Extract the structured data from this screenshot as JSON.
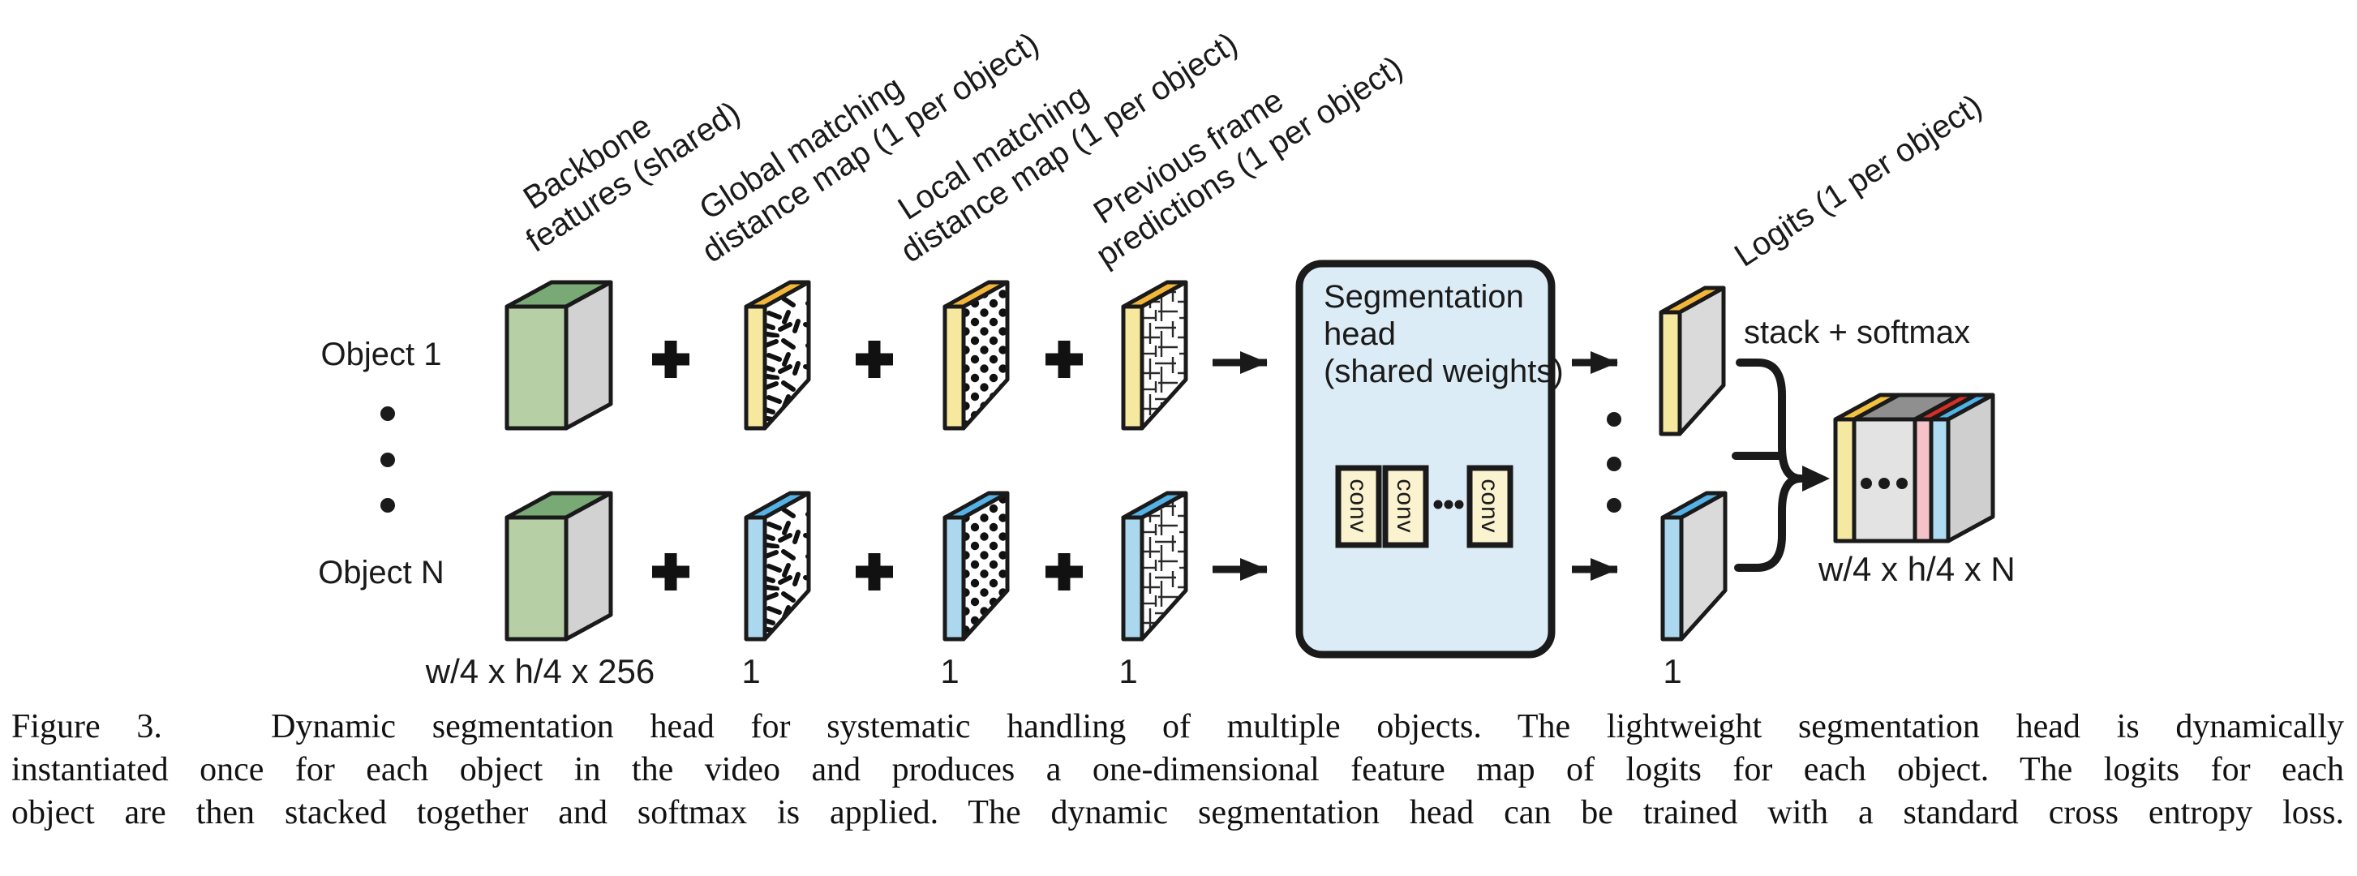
{
  "figure": {
    "object_labels": {
      "first": "Object 1",
      "last": "Object N"
    },
    "top_labels": {
      "backbone": {
        "line1": "Backbone",
        "line2": "features (shared)"
      },
      "global": {
        "line1": "Global matching",
        "line2": "distance map (1 per object)"
      },
      "local": {
        "line1": "Local matching",
        "line2": "distance map (1 per object)"
      },
      "previous": {
        "line1": "Previous frame",
        "line2": "predictions (1 per object)"
      },
      "logits": "Logits (1 per object)"
    },
    "seg_head": {
      "title_line1": "Segmentation",
      "title_line2": "head",
      "title_line3": "(shared weights)",
      "conv_label": "conv"
    },
    "annotations": {
      "stack_softmax": "stack + softmax"
    },
    "dims": {
      "backbone": "w/4  x  h/4 x 256",
      "global": "1",
      "local": "1",
      "previous": "1",
      "logits": "1",
      "output": "w/4  x  h/4  x N"
    },
    "icons": {
      "plus": "+",
      "arrow": "→",
      "ellipsis_dot": "•"
    },
    "colors": {
      "ink": "#1a1a1a",
      "green_front": "#b7cfa5",
      "green_top": "#79aa76",
      "side_gray": "#d2d2d2",
      "yellow_strip": "#f7e8a0",
      "yellow_top": "#f2b73a",
      "blue_strip": "#abd8ee",
      "blue_top": "#55b2e6",
      "head_fill": "#dcecf6",
      "conv_fill": "#fbf3d0",
      "logits_face": "#dadada",
      "out_yellow": "#f5e9a2",
      "out_gray": "#e3e3e3",
      "out_pink": "#f5c3c7",
      "out_blue": "#aedcf2",
      "out_top_orange": "#f2c23e",
      "out_top_gray": "#8f8f8f",
      "out_top_red": "#d62f25",
      "out_top_blue": "#4fb3e8"
    }
  },
  "caption": {
    "line1": "Figure 3.   Dynamic segmentation head for systematic handling of multiple objects. The lightweight segmentation head is dynamically",
    "line2": "instantiated once for each object in the video and produces a one-dimensional feature map of logits for each object. The logits for each",
    "line3": "object are then stacked together and softmax is applied. The dynamic segmentation head can be trained with a standard cross entropy loss."
  }
}
